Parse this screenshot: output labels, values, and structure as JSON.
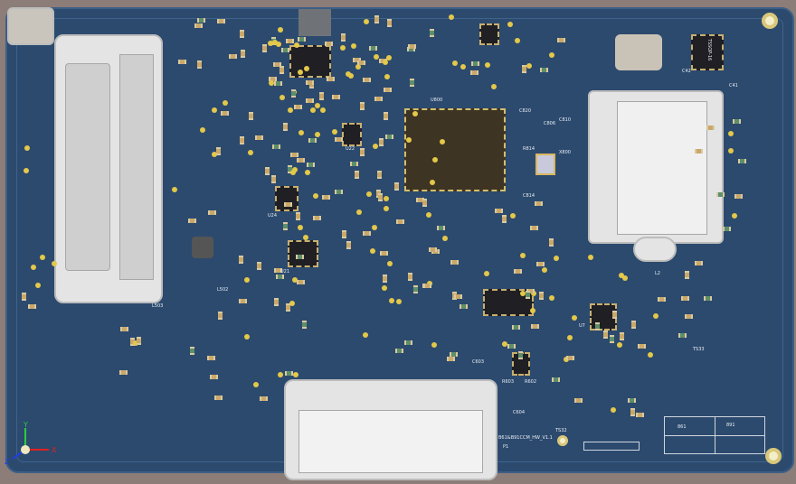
{
  "board": {
    "silkscreen_title": "B61&B91CCM_HW_V1.1",
    "mcu_ref": "U800",
    "crystal_ref": "X800",
    "tssop_label": "TSSOP-16",
    "test_points": [
      "TS32",
      "TS33"
    ],
    "table_labels": [
      "861",
      "891"
    ],
    "refs": [
      "U21",
      "U22",
      "U24",
      "L503",
      "L502",
      "C603",
      "C820",
      "C810",
      "C806",
      "C814",
      "R814",
      "R603",
      "R602",
      "C604",
      "L2",
      "U7",
      "C41",
      "C42",
      "P1"
    ],
    "axes": {
      "x": "X",
      "y": "Y",
      "z": "Z"
    }
  }
}
